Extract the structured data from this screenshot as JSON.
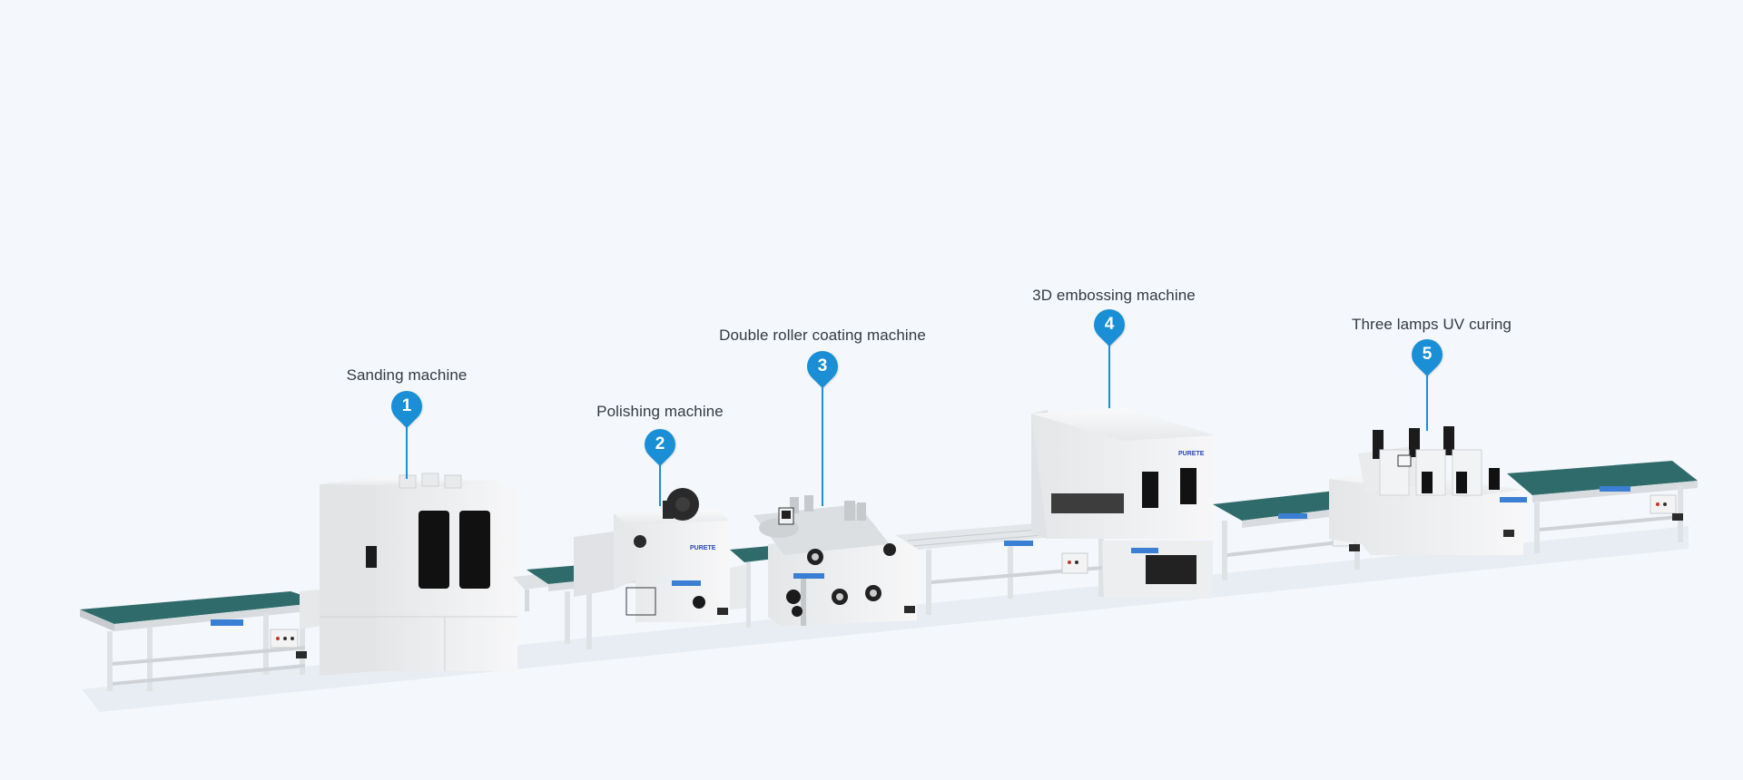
{
  "machines": [
    {
      "num": "1",
      "label": "Sanding machine"
    },
    {
      "num": "2",
      "label": "Polishing machine"
    },
    {
      "num": "3",
      "label": "Double roller coating machine"
    },
    {
      "num": "4",
      "label": "3D embossing machine"
    },
    {
      "num": "5",
      "label": "Three lamps UV curing"
    }
  ],
  "brand": "PURETE",
  "colors": {
    "accent": "#1a8fd6",
    "belt": "#2f6b6b",
    "machine": "#ededee",
    "background": "#f4f7fb"
  }
}
